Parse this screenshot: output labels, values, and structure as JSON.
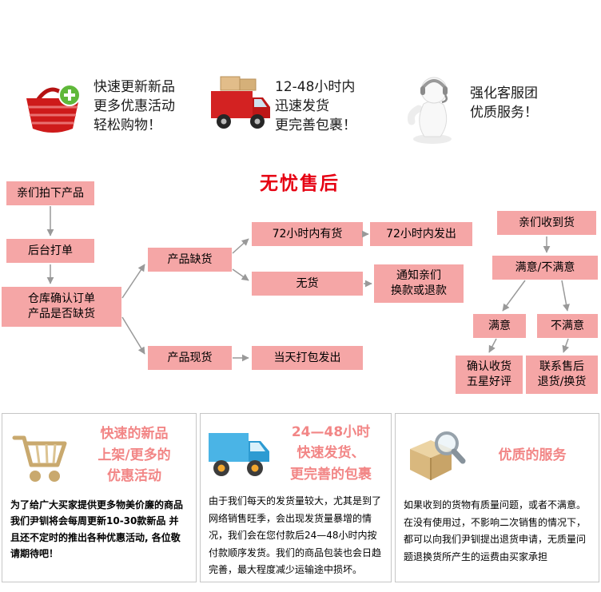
{
  "colors": {
    "flow_box_pink": "#f5a6a6",
    "flow_title_red": "#e60012",
    "section_title_pink": "#f28686"
  },
  "top_features": [
    {
      "icon": "basket-icon",
      "lines": [
        "快速更新新品",
        "更多优惠活动",
        "轻松购物！"
      ]
    },
    {
      "icon": "red-truck-icon",
      "lines": [
        "12-48小时内",
        "迅速发货",
        "更完善包裹！"
      ]
    },
    {
      "icon": "customer-service-icon",
      "lines": [
        "强化客服团",
        "优质服务！"
      ]
    }
  ],
  "flowchart": {
    "title": "无忧售后",
    "nodes": {
      "order_placed": "亲们拍下产品",
      "print_order": "后台打单",
      "warehouse_check": "仓库确认订单\n产品是否缺货",
      "out_of_stock": "产品缺货",
      "in_stock": "产品现货",
      "stock_in_72h": "72小时内有货",
      "ship_in_72h": "72小时内发出",
      "no_stock": "无货",
      "notify_exchange": "通知亲们\n换款或退款",
      "same_day_ship": "当天打包发出",
      "goods_received": "亲们收到货",
      "satisfied_or_not": "满意/不满意",
      "satisfied": "满意",
      "unsatisfied": "不满意",
      "confirm_receipt": "确认收货\n五星好评",
      "contact_service": "联系售后\n退货/换货"
    }
  },
  "bottom_sections": [
    {
      "icon": "cart-icon",
      "title": "快速的新品\n上架/更多的\n优惠活动",
      "body": "为了给广大买家提供更多物美价廉的商品我们尹钏将会每周更新10-30款新品 并且还不定时的推出各种优惠活动, 各位敬请期待吧！"
    },
    {
      "icon": "blue-truck-icon",
      "title": "24—48小时\n快速发货、\n更完善的包裹",
      "body": "由于我们每天的发货量较大，尤其是到了网络销售旺季，会出现发货量暴增的情况，我们会在您付款后24—48小时内按付款顺序发货。我们的商品包装也会日趋完善，最大程度减少运输途中损坏。"
    },
    {
      "icon": "box-search-icon",
      "title": "优质的服务",
      "body": "如果收到的货物有质量问题，或者不满意。在没有使用过，不影响二次销售的情况下，都可以向我们尹钏提出退货申请，无质量问题退换货所产生的运费由买家承担"
    }
  ]
}
